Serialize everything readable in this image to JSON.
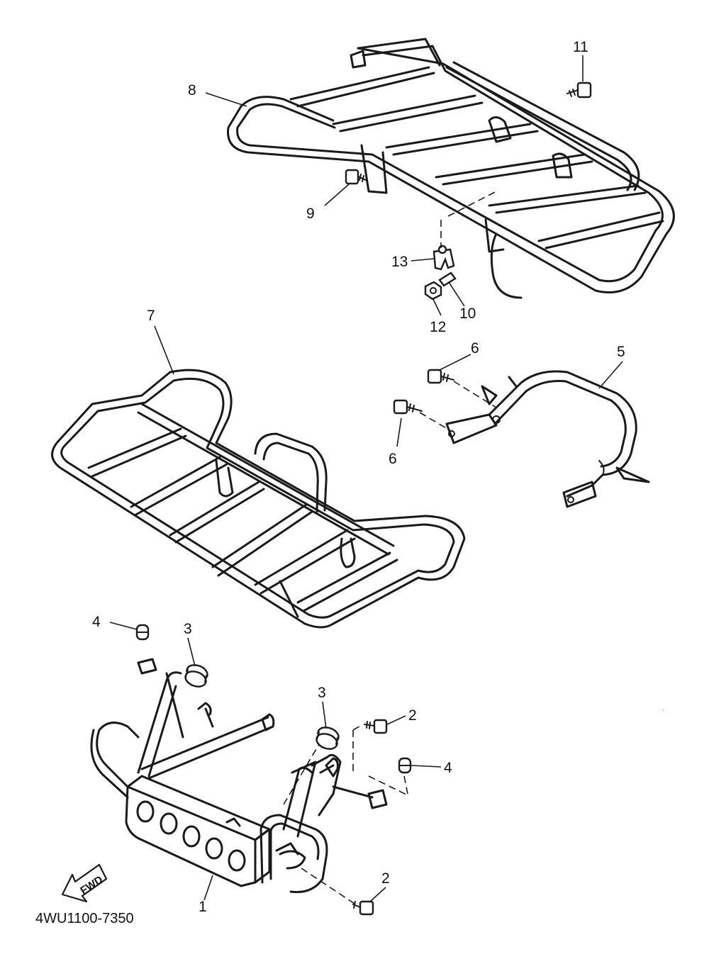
{
  "callouts": {
    "c1": "1",
    "c2a": "2",
    "c2b": "2",
    "c3a": "3",
    "c3b": "3",
    "c4a": "4",
    "c4b": "4",
    "c5": "5",
    "c6a": "6",
    "c6b": "6",
    "c7": "7",
    "c8": "8",
    "c9": "9",
    "c10": "10",
    "c11": "11",
    "c12": "12",
    "c13": "13"
  },
  "fwd_label": "FWD",
  "drawing_number": "4WU1100-7350"
}
